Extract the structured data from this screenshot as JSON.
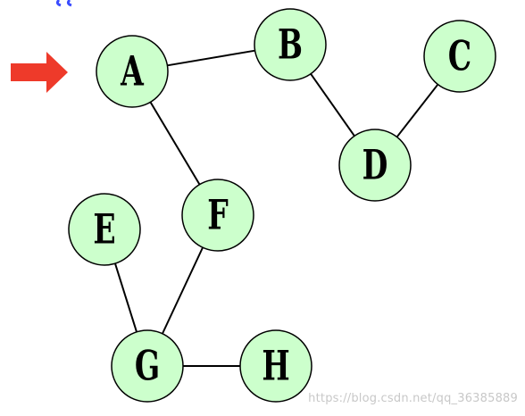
{
  "nodes": [
    {
      "id": "A",
      "label": "A"
    },
    {
      "id": "B",
      "label": "B"
    },
    {
      "id": "C",
      "label": "C"
    },
    {
      "id": "D",
      "label": "D"
    },
    {
      "id": "E",
      "label": "E"
    },
    {
      "id": "F",
      "label": "F"
    },
    {
      "id": "G",
      "label": "G"
    },
    {
      "id": "H",
      "label": "H"
    }
  ],
  "edges": [
    {
      "from": "A",
      "to": "B"
    },
    {
      "from": "B",
      "to": "D"
    },
    {
      "from": "C",
      "to": "D"
    },
    {
      "from": "A",
      "to": "F"
    },
    {
      "from": "F",
      "to": "G"
    },
    {
      "from": "E",
      "to": "G"
    },
    {
      "from": "G",
      "to": "H"
    }
  ],
  "start_marker": {
    "points_to": "A",
    "color": "#ee3a2a",
    "icon": "right-arrow-icon"
  },
  "colors": {
    "node_fill": "#ccffcc",
    "node_stroke": "#000000",
    "edge": "#000000"
  },
  "watermark": "https://blog.csdn.net/qq_36385889"
}
